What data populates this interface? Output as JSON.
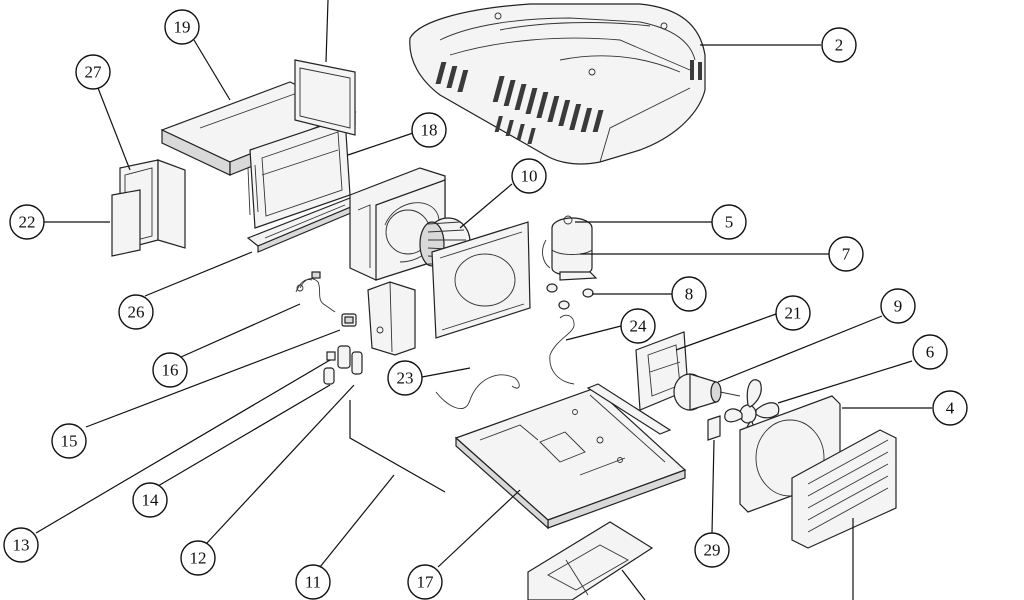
{
  "callouts": [
    {
      "id": "c19",
      "label": "19"
    },
    {
      "id": "c27",
      "label": "27"
    },
    {
      "id": "c22",
      "label": "22"
    },
    {
      "id": "c18",
      "label": "18"
    },
    {
      "id": "c2",
      "label": "2"
    },
    {
      "id": "c10",
      "label": "10"
    },
    {
      "id": "c5",
      "label": "5"
    },
    {
      "id": "c7",
      "label": "7"
    },
    {
      "id": "c8",
      "label": "8"
    },
    {
      "id": "c26",
      "label": "26"
    },
    {
      "id": "c16",
      "label": "16"
    },
    {
      "id": "c24",
      "label": "24"
    },
    {
      "id": "c21",
      "label": "21"
    },
    {
      "id": "c9",
      "label": "9"
    },
    {
      "id": "c6",
      "label": "6"
    },
    {
      "id": "c4",
      "label": "4"
    },
    {
      "id": "c23",
      "label": "23"
    },
    {
      "id": "c15",
      "label": "15"
    },
    {
      "id": "c13",
      "label": "13"
    },
    {
      "id": "c14",
      "label": "14"
    },
    {
      "id": "c12",
      "label": "12"
    },
    {
      "id": "c11",
      "label": "11"
    },
    {
      "id": "c17",
      "label": "17"
    },
    {
      "id": "c29",
      "label": "29"
    }
  ]
}
